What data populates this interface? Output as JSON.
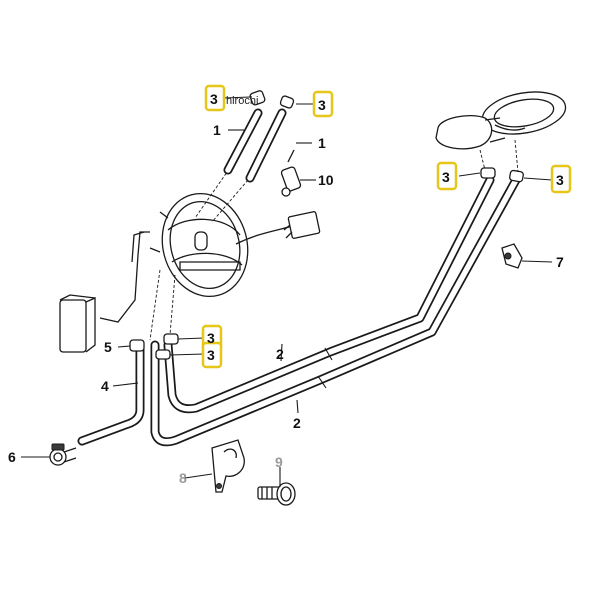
{
  "watermark": "hirochi",
  "labels": {
    "p1a": "1",
    "p1b": "1",
    "p2a": "2",
    "p2b": "2",
    "p3a": "3",
    "p3b": "3",
    "p3c": "3",
    "p3d": "3",
    "p3e": "3",
    "p3f": "3",
    "p4": "4",
    "p5": "5",
    "p6": "6",
    "p7": "7",
    "p8": "8",
    "p9": "9",
    "p10": "10"
  },
  "colors": {
    "highlight": "#e6c619",
    "ink": "#1a1a1a",
    "faded": "#9a9a9a"
  }
}
